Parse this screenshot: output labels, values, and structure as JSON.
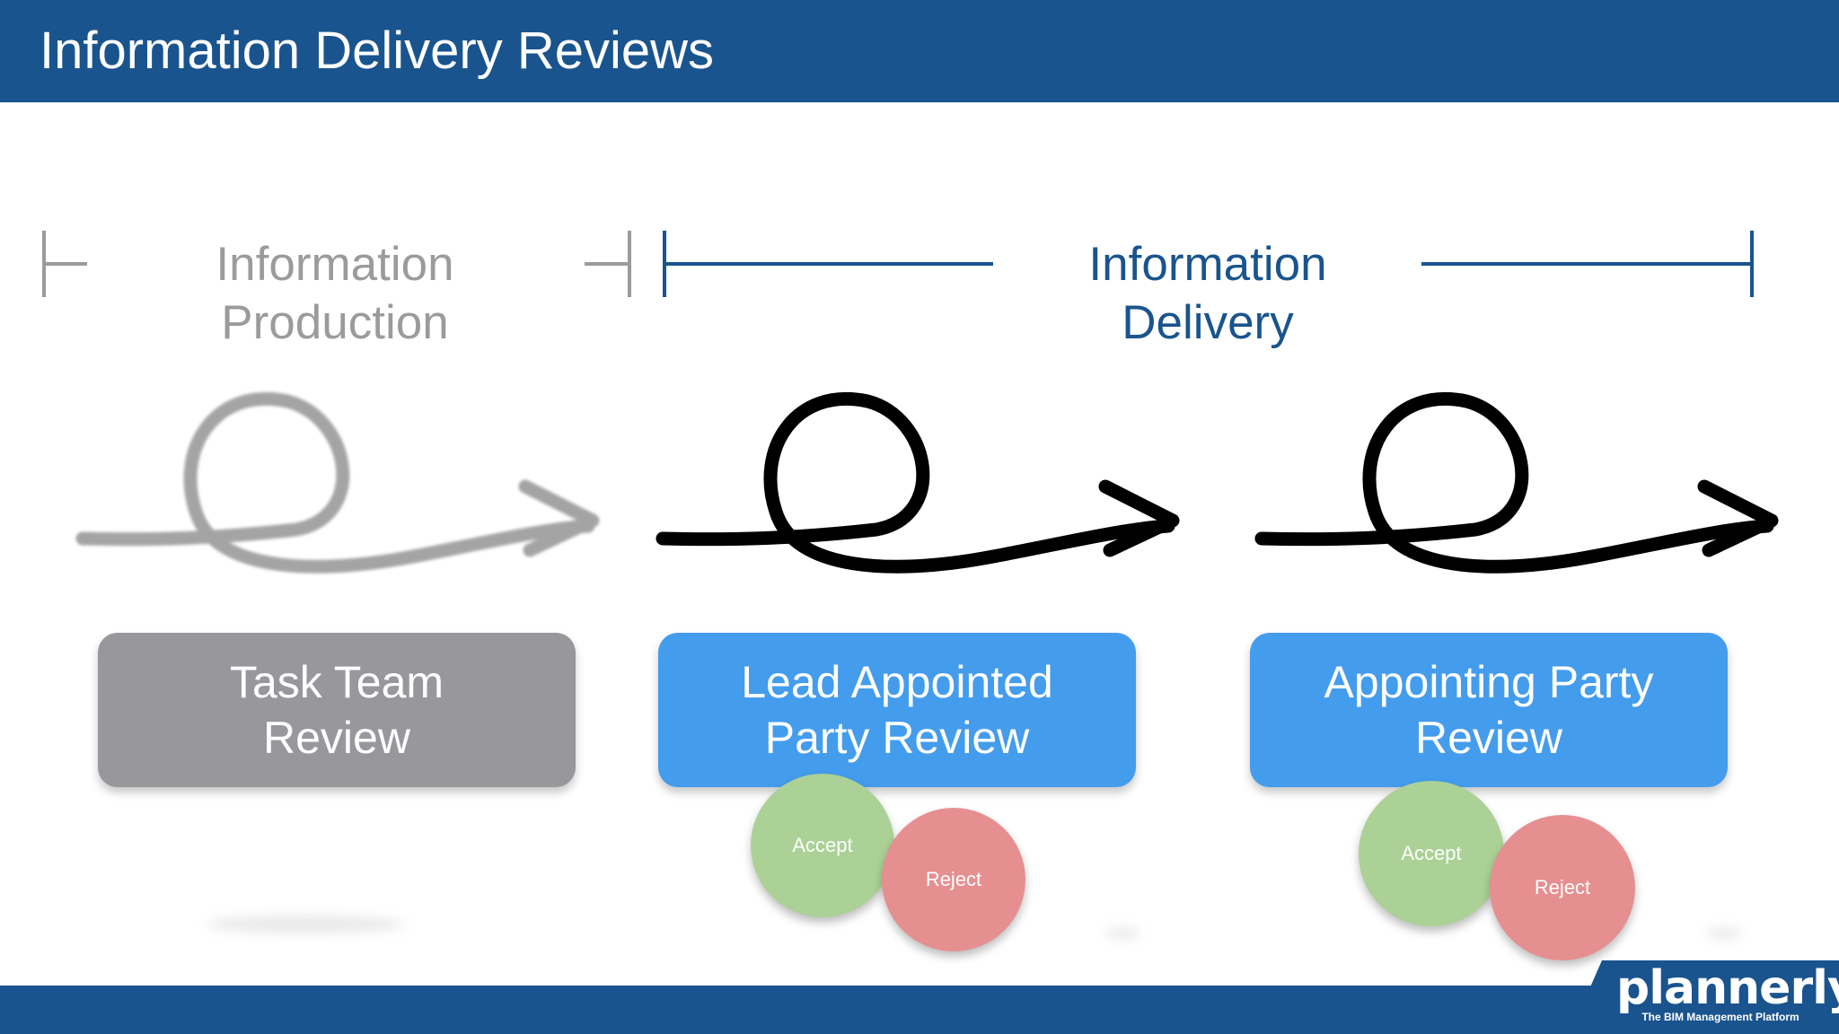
{
  "header": {
    "title": "Information Delivery Reviews"
  },
  "phases": {
    "production": {
      "line1": "Information",
      "line2": "Production"
    },
    "delivery": {
      "line1": "Information",
      "line2": "Delivery"
    }
  },
  "stages": [
    {
      "line1": "Task Team",
      "line2": "Review"
    },
    {
      "line1": "Lead Appointed",
      "line2": "Party Review"
    },
    {
      "line1": "Appointing Party",
      "line2": "Review"
    }
  ],
  "decisions": {
    "accept_label": "Accept",
    "reject_label": "Reject"
  },
  "logo": {
    "name": "plannerly",
    "tagline": "The BIM Management Platform"
  },
  "colors": {
    "header_blue": "#1a548e",
    "production_grey": "#9b9b9b",
    "stage_grey": "#98979c",
    "stage_blue": "#449ced",
    "accept_green": "#abd196",
    "reject_red": "#e68f90"
  }
}
